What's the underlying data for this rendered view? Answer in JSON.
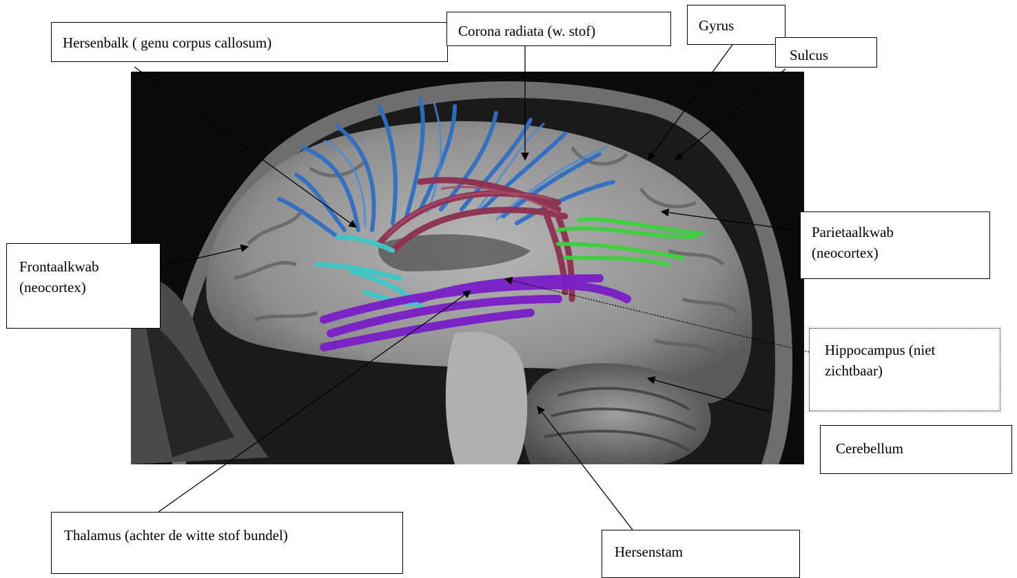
{
  "labels": {
    "hersenbalk": "Hersenbalk ( genu corpus callosum)",
    "corona": "Corona radiata (w. stof)",
    "gyrus": "Gyrus",
    "sulcus": "Sulcus",
    "parietaal_line1": "Parietaalkwab",
    "parietaal_line2": "(neocortex)",
    "frontaal_line1": "Frontaalkwab",
    "frontaal_line2": "(neocortex)",
    "hippocampus_line1": "Hippocampus (niet",
    "hippocampus_line2": "zichtbaar)",
    "cerebellum": "Cerebellum",
    "thalamus": "Thalamus (achter de witte stof bundel)",
    "hersenstam": "Hersenstam"
  },
  "colors": {
    "corona_radiata_fibers": "#2f6fc4",
    "corpus_callosum_fibers": "#8e3050",
    "frontal_fibers": "#3cc8c8",
    "thalamic_fibers": "#7a1ec8",
    "parietal_fibers": "#3cd23c"
  }
}
